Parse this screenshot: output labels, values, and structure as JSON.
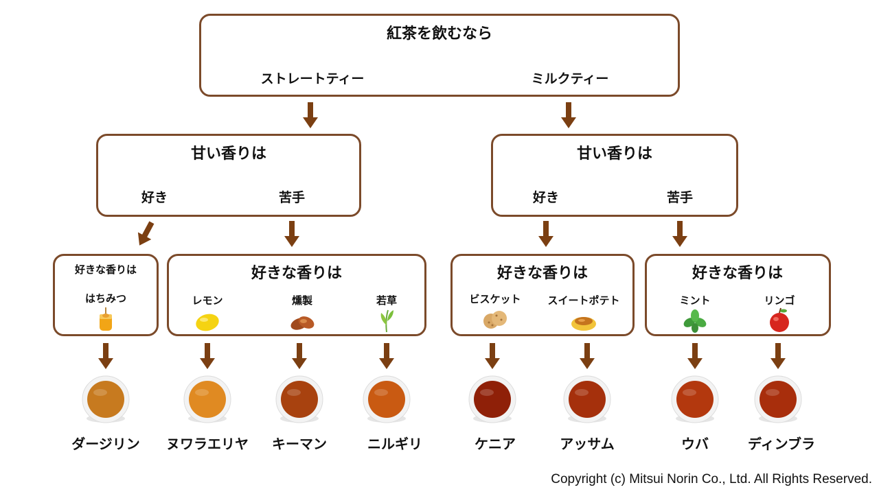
{
  "top": {
    "title": "紅茶を飲むなら",
    "left": "ストレートティー",
    "right": "ミルクティー"
  },
  "straight": {
    "title": "甘い香りは",
    "like": "好き",
    "dislike": "苦手"
  },
  "milk": {
    "title": "甘い香りは",
    "like": "好き",
    "dislike": "苦手"
  },
  "groups": [
    {
      "title": "好きな香りは",
      "items": [
        {
          "label": "はちみつ",
          "icon": "honey-icon"
        }
      ]
    },
    {
      "title": "好きな香りは",
      "items": [
        {
          "label": "レモン",
          "icon": "lemon-icon"
        },
        {
          "label": "燻製",
          "icon": "smoked-meat-icon"
        },
        {
          "label": "若草",
          "icon": "young-grass-icon"
        }
      ]
    },
    {
      "title": "好きな香りは",
      "items": [
        {
          "label": "ビスケット",
          "icon": "biscuit-icon"
        },
        {
          "label": "スイートポテト",
          "icon": "sweet-potato-icon"
        }
      ]
    },
    {
      "title": "好きな香りは",
      "items": [
        {
          "label": "ミント",
          "icon": "mint-icon"
        },
        {
          "label": "リンゴ",
          "icon": "apple-icon"
        }
      ]
    }
  ],
  "teas": [
    {
      "name": "ダージリン",
      "color": "#c77a1f"
    },
    {
      "name": "ヌワラエリヤ",
      "color": "#e08a22"
    },
    {
      "name": "キーマン",
      "color": "#a8420f"
    },
    {
      "name": "ニルギリ",
      "color": "#c95a12"
    },
    {
      "name": "ケニア",
      "color": "#8f2008"
    },
    {
      "name": "アッサム",
      "color": "#a5300c"
    },
    {
      "name": "ウバ",
      "color": "#b3380e"
    },
    {
      "name": "ディンブラ",
      "color": "#a82e0c"
    }
  ],
  "colors": {
    "border": "#7b4a2a",
    "arrow": "#7b3f12"
  },
  "copyright": "Copyright (c) Mitsui Norin Co., Ltd. All Rights Reserved."
}
